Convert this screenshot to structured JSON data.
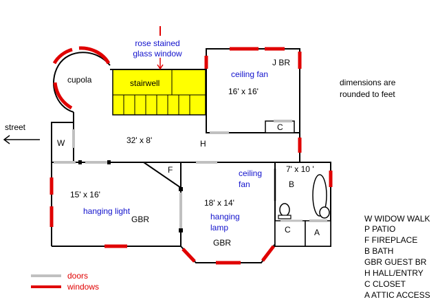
{
  "colors": {
    "wall": "#000000",
    "door": "#c0c0c0",
    "window": "#e00000",
    "stairwell": "#ffff00",
    "blue_text": "#1111cc"
  },
  "labels": {
    "rose_window": [
      "rose stained",
      "glass window"
    ],
    "cupola": "cupola",
    "stairwell": "stairwell",
    "jbr": "J BR",
    "ceiling_fan_jbr": "ceiling fan",
    "jbr_dim": "16' x 16'",
    "dimensions_note": [
      "dimensions are",
      "rounded to feet"
    ],
    "street": "street",
    "widow_walk": "W",
    "hall_dim": "32' x 8'",
    "closet_jbr": "C",
    "hall": "H",
    "fireplace": "F",
    "ceiling_fan_center": [
      "ceiling",
      "fan"
    ],
    "bath_dim": "7' x 10 '",
    "bath": "B",
    "left_dim": "15' x 16'",
    "hanging_light": "hanging light",
    "gbr_left": "GBR",
    "center_dim": "18' x 14'",
    "hanging_lamp": [
      "hanging",
      "lamp"
    ],
    "gbr_center": "GBR",
    "closet_bath": "C",
    "attic": "A"
  },
  "legend": {
    "doors": "doors",
    "windows": "windows",
    "key": [
      "W WIDOW WALK",
      "P PATIO",
      "F FIREPLACE",
      "B BATH",
      "GBR GUEST BR",
      "H HALL/ENTRY",
      "C CLOSET",
      "A ATTIC ACCESS"
    ]
  }
}
